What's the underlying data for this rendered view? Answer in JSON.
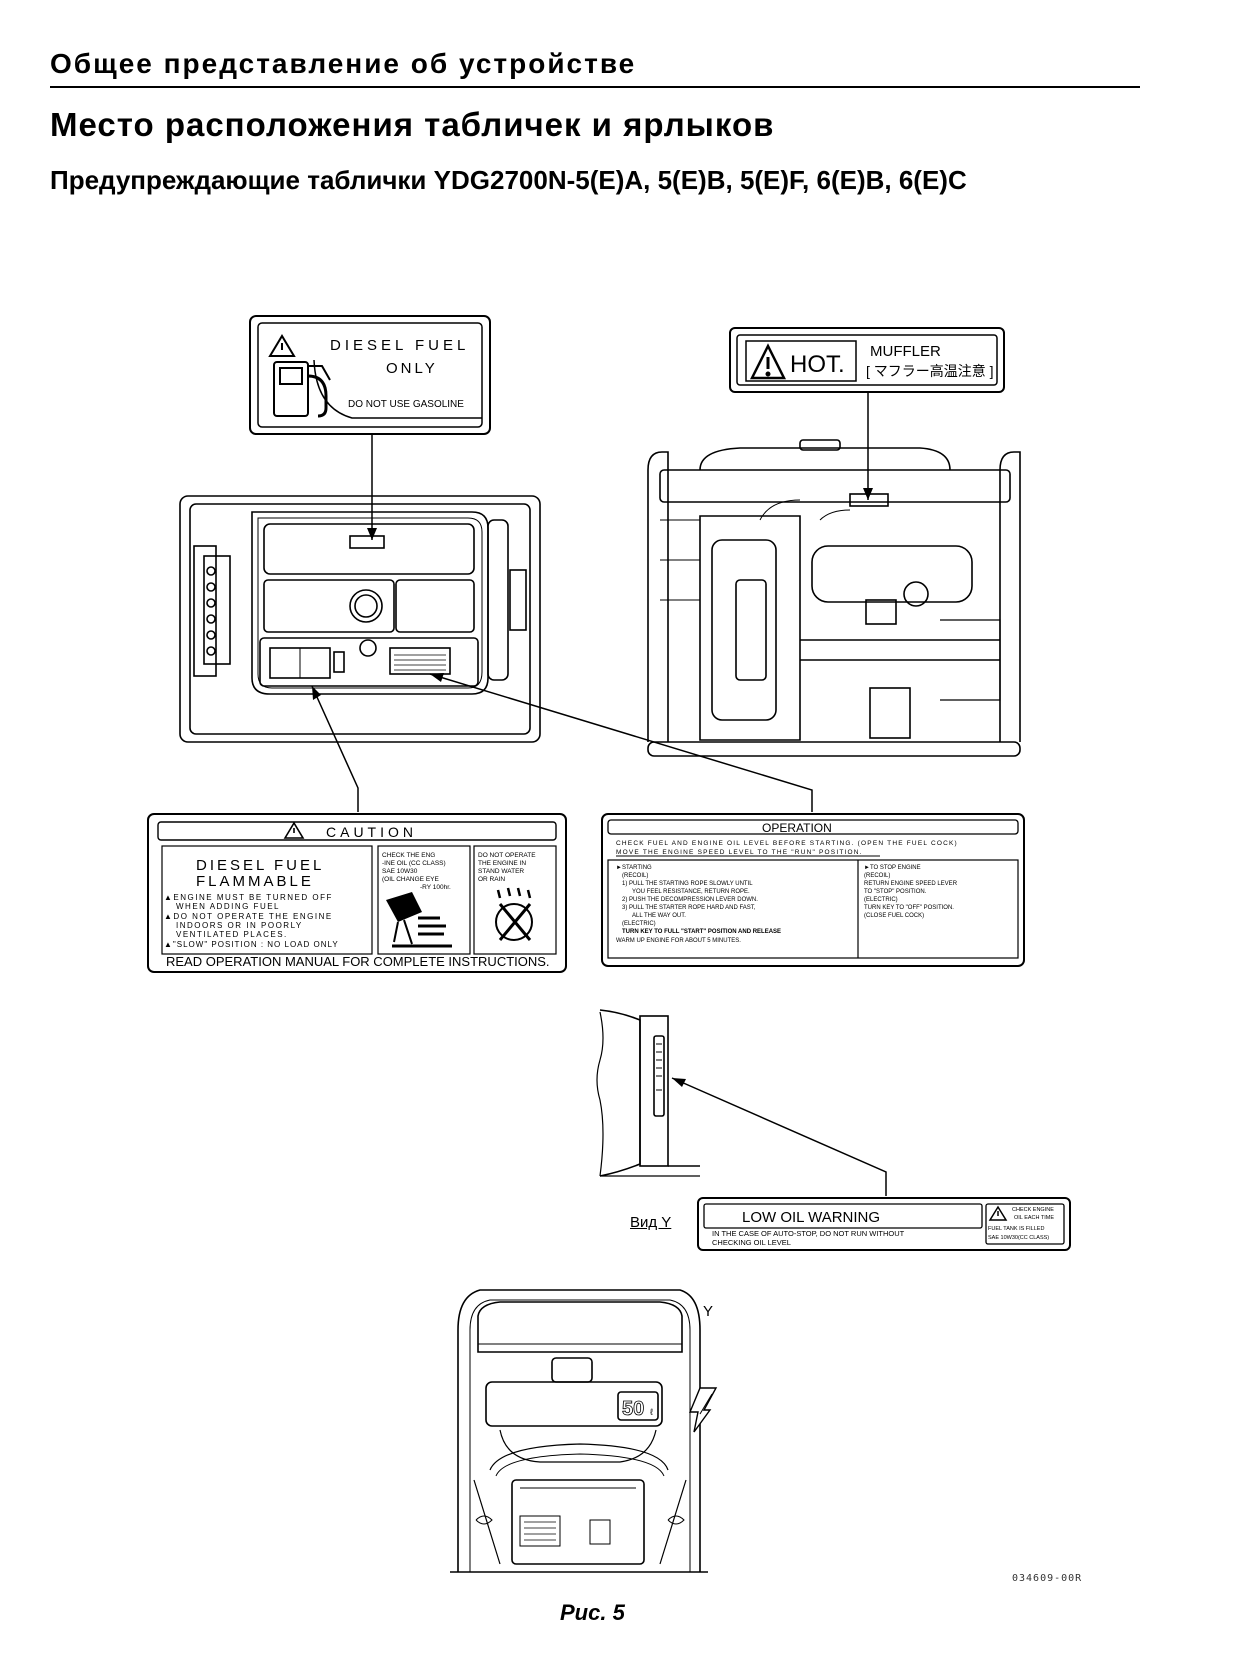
{
  "header": {
    "section_title": "Общее представление об устройстве",
    "page_title": "Место расположения табличек и ярлыков",
    "subtitle": "Предупреждающие таблички YDG2700N-5(E)A, 5(E)B, 5(E)F, 6(E)B, 6(E)C"
  },
  "labels": {
    "diesel": {
      "line1": "DIESEL FUEL",
      "line2": "ONLY",
      "line3": "DO NOT USE GASOLINE"
    },
    "hot": {
      "word": "HOT.",
      "line1": "MUFFLER",
      "line2": "[ マフラー高温注意 ]"
    },
    "caution": {
      "title": "CAUTION",
      "heading1": "DIESEL FUEL",
      "heading2": "FLAMMABLE",
      "bullets": [
        "▲ENGINE MUST BE TURNED OFF",
        "WHEN ADDING FUEL",
        "▲DO NOT OPERATE THE ENGINE",
        "INDOORS OR IN POORLY",
        "VENTILATED PLACES.",
        "▲\"SLOW\" POSITION : NO LOAD ONLY"
      ],
      "col2": [
        "CHECK THE ENG",
        "-INE OIL (CC CLASS)",
        "SAE 10W30",
        "(OIL CHANGE EYE",
        "-RY 100hr."
      ],
      "col3": [
        "DO NOT OPERATE",
        "THE ENGINE IN",
        "STAND WATER",
        "OR RAIN"
      ],
      "footer": "READ OPERATION MANUAL FOR COMPLETE INSTRUCTIONS."
    },
    "operation": {
      "title": "OPERATION",
      "top1": "CHECK FUEL AND ENGINE OIL LEVEL BEFORE STARTING. (OPEN THE FUEL COCK)",
      "top2": "MOVE THE ENGINE SPEED LEVEL TO THE \"RUN\" POSITION.",
      "left": [
        "►STARTING",
        "(RECOIL)",
        "1) PULL THE STARTING ROPE SLOWLY UNTIL",
        "YOU FEEL RESISTANCE, RETURN ROPE.",
        "2) PUSH THE DECOMPRESSION LEVER DOWN.",
        "3) PULL THE STARTER ROPE HARD AND FAST,",
        "ALL THE WAY OUT.",
        "(ELECTRIC)",
        "TURN KEY TO FULL \"START\" POSITION AND RELEASE",
        "WARM UP ENGINE FOR ABOUT 5 MINUTES."
      ],
      "right": [
        "►TO STOP ENGINE",
        "(RECOIL)",
        "RETURN ENGINE SPEED LEVER",
        "TO \"STOP\" POSITION.",
        "(ELECTRIC)",
        "TURN KEY TO \"OFF\" POSITION.",
        "(CLOSE FUEL COCK)"
      ]
    },
    "low_oil": {
      "title": "LOW OIL WARNING",
      "line1": "IN THE CASE OF AUTO-STOP, DO NOT RUN WITHOUT",
      "line2": "CHECKING OIL LEVEL",
      "side": [
        "CHECK ENGINE",
        "OIL EACH TIME",
        "FUEL TANK IS FILLED",
        "SAE 10W30(CC CLASS)"
      ]
    }
  },
  "figure": {
    "view_label": "Вид Y",
    "arrow_label": "Y",
    "tank_mark": "50",
    "drawing_code": "034609-00R",
    "caption": "Рис. 5"
  }
}
